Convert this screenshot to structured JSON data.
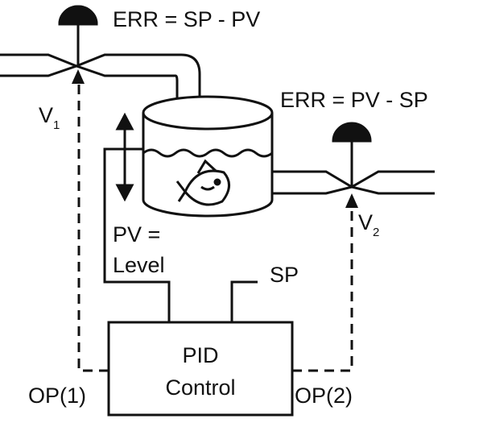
{
  "labels": {
    "err_top": "ERR = SP - PV",
    "err_right": "ERR = PV - SP",
    "v1": "V",
    "v1_sub": "1",
    "v2": "V",
    "v2_sub": "2",
    "pv_line1": "PV =",
    "pv_line2": "Level",
    "sp": "SP",
    "controller_line1": "PID",
    "controller_line2": "Control",
    "op1": "OP(1)",
    "op2": "OP(2)"
  },
  "colors": {
    "stroke": "#111111",
    "background": "#ffffff"
  },
  "icons": {
    "tank_content": "fish-icon"
  }
}
